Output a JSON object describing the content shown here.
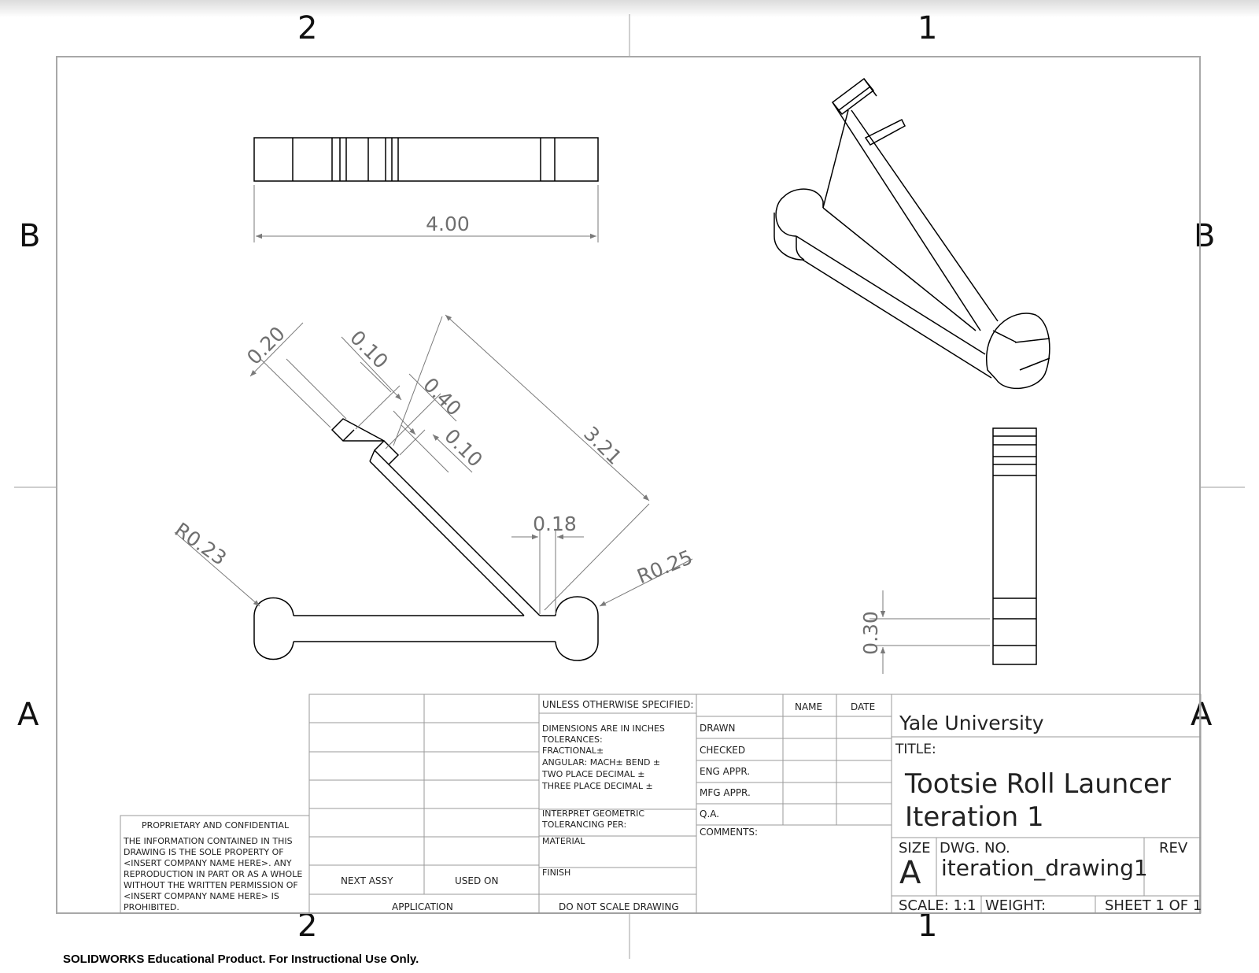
{
  "zones": {
    "top_col_2": "2",
    "top_col_1": "1",
    "bottom_col_2": "2",
    "bottom_col_1": "1",
    "left_row_b": "B",
    "left_row_a": "A",
    "right_row_b": "B",
    "right_row_a": "A"
  },
  "dimensions": {
    "overall_length": "4.00",
    "thickness_top": "0.20",
    "slot_offset": "0.10",
    "slot_width": "0.40",
    "stop_width": "0.10",
    "arm_length": "3.21",
    "arm_width": "0.18",
    "left_radius": "R0.23",
    "right_radius": "R0.25",
    "side_height": "0.30"
  },
  "title_block": {
    "proprietary_heading": "PROPRIETARY AND CONFIDENTIAL",
    "proprietary_lines": [
      "THE INFORMATION CONTAINED IN THIS",
      "DRAWING IS THE SOLE PROPERTY OF",
      "<INSERT COMPANY NAME HERE>.  ANY",
      "REPRODUCTION IN PART OR AS A WHOLE",
      "WITHOUT THE WRITTEN PERMISSION OF",
      "<INSERT COMPANY NAME HERE> IS",
      "PROHIBITED."
    ],
    "next_assy": "NEXT ASSY",
    "used_on": "USED ON",
    "application": "APPLICATION",
    "unless_specified": "UNLESS OTHERWISE SPECIFIED:",
    "dims_inches": "DIMENSIONS ARE IN INCHES",
    "tolerances": "TOLERANCES:",
    "fractional": "FRACTIONAL±",
    "angular": "ANGULAR: MACH±    BEND ±",
    "two_place": "TWO PLACE DECIMAL    ±",
    "three_place": "THREE PLACE DECIMAL  ±",
    "interpret_1": "INTERPRET GEOMETRIC",
    "interpret_2": "TOLERANCING PER:",
    "material": "MATERIAL",
    "finish": "FINISH",
    "do_not_scale": "DO NOT SCALE DRAWING",
    "name_header": "NAME",
    "date_header": "DATE",
    "drawn": "DRAWN",
    "checked": "CHECKED",
    "eng_appr": "ENG APPR.",
    "mfg_appr": "MFG APPR.",
    "qa": "Q.A.",
    "comments": "COMMENTS:",
    "company": "Yale University",
    "title_label": "TITLE:",
    "title_line1": "Tootsie Roll Launcer",
    "title_line2": "Iteration 1",
    "size_label": "SIZE",
    "size_value": "A",
    "dwg_no_label": "DWG.  NO.",
    "dwg_no_value": "iteration_drawing1",
    "rev_label": "REV",
    "scale": "SCALE: 1:1",
    "weight": "WEIGHT:",
    "sheet": "SHEET 1 OF 1"
  },
  "footer_text": "SOLIDWORKS Educational Product. For Instructional Use Only."
}
